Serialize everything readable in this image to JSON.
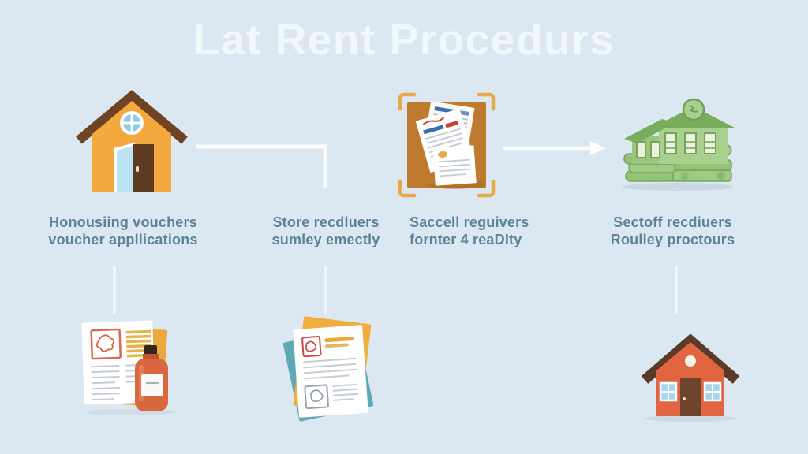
{
  "title": "Lat Rent Procedurs",
  "labels": [
    {
      "line1": "Honousiing vouchers",
      "line2": "voucher appllications"
    },
    {
      "line1": "Store recdluers",
      "line2": "sumley emectly"
    },
    {
      "line1": "Saccell reguivers",
      "line2": "fornter 4 reaDIty"
    },
    {
      "line1": "Sectoff recdiuers",
      "line2": "Roulley proctours"
    }
  ],
  "icons": {
    "top_row": [
      "yellow-house-icon",
      "bulletin-board-icon",
      "money-house-icon"
    ],
    "bottom_row": [
      "documents-and-bottle-icon",
      "stacked-papers-icon",
      "red-house-icon"
    ],
    "connectors": [
      "elbow-connector-line",
      "arrow-right-icon",
      "vertical-connector"
    ]
  },
  "palette": {
    "background": "#dbe8f2",
    "title_text": "#f1f8fc",
    "label_text": "#5c8499",
    "connector_white": "#fcfdfe",
    "house_yellow": "#f3a93d",
    "roof_brown": "#6f4425",
    "door_brown": "#5f3a22",
    "window_blue": "#8fcbe5",
    "board_orange": "#be7a2d",
    "bracket_orange": "#e8a94c",
    "paper_white": "#ffffff",
    "header_blue": "#3e6cb0",
    "header_red": "#c9423a",
    "money_green_light": "#a9d08f",
    "money_green_roof": "#79ad5e",
    "money_green_dark": "#76a45c",
    "sheet_yellow": "#ebaa3f",
    "sheet_teal": "#5fa9b5",
    "stamp_red": "#d96a4f",
    "bottle_red": "#d96740",
    "bottle_cap": "#33281e",
    "red_house_body": "#e06540",
    "red_house_roof": "#5b3a27",
    "text_line_gray": "#c6ccd3",
    "shadow": "#c3d0db"
  }
}
